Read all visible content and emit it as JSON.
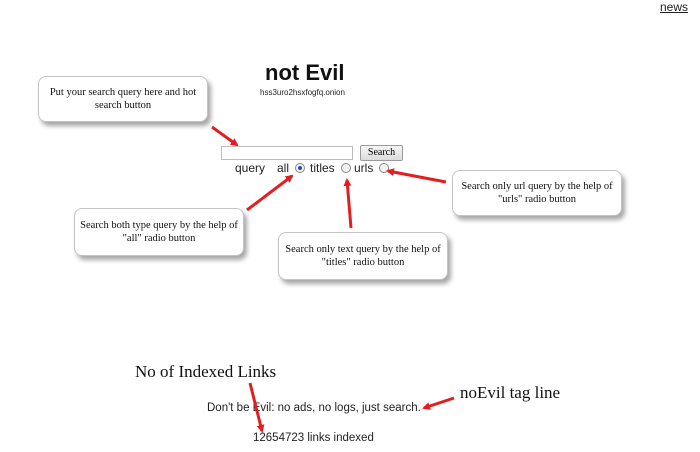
{
  "header": {
    "news_link": "news"
  },
  "logo": {
    "title": "not Evil",
    "onion_address": "hss3uro2hsxfogfq.onion"
  },
  "search": {
    "input_value": "",
    "button_label": "Search"
  },
  "options": {
    "label": "query",
    "items": [
      {
        "label": "all",
        "checked": true
      },
      {
        "label": "titles",
        "checked": false
      },
      {
        "label": "urls",
        "checked": false
      }
    ]
  },
  "callouts": {
    "query": "Put your search query here and hot search button",
    "urls": "Search only url query by the help of \"urls\" radio button",
    "all": "Search both type query by the help of \"all\" radio button",
    "titles": "Search only text query by the help of \"titles\" radio button"
  },
  "annotations": {
    "indexed_label": "No of Indexed Links",
    "tagline_label": "noEvil tag line"
  },
  "footer": {
    "tagline": "Don't be Evil: no ads, no logs, just search.",
    "indexed": "12654723 links indexed"
  },
  "colors": {
    "arrow": "#e02020"
  }
}
